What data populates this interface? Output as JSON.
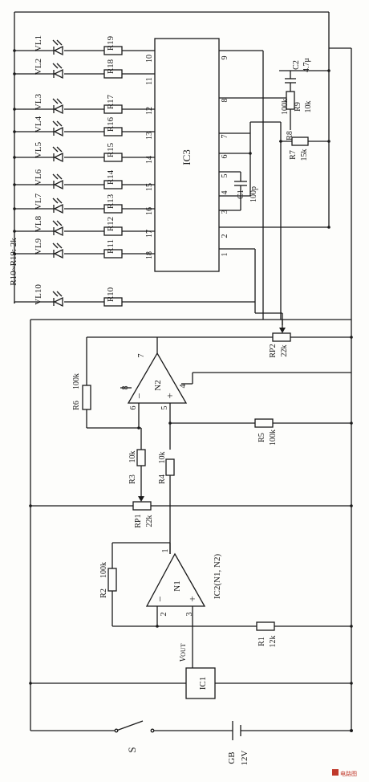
{
  "ic3": {
    "label": "IC3",
    "left_pins": [
      "10",
      "11",
      "12",
      "13",
      "14",
      "15",
      "16",
      "17",
      "18"
    ],
    "right_pins": [
      "9",
      "8",
      "7",
      "6",
      "5",
      "4",
      "3",
      "2",
      "1"
    ]
  },
  "leds": [
    "VL1",
    "VL2",
    "VL3",
    "VL4",
    "VL5",
    "VL6",
    "VL7",
    "VL8",
    "VL9",
    "VL10"
  ],
  "led_resistors": [
    "R19",
    "R18",
    "R17",
    "R16",
    "R15",
    "R14",
    "R13",
    "R12",
    "R11",
    "R10"
  ],
  "led_resistor_note": "R10~R19: 2k",
  "c1": {
    "name": "C1",
    "value": "100p"
  },
  "c2": {
    "name": "C2",
    "value": "4.7μ"
  },
  "r8": {
    "name": "R8",
    "value": "100k"
  },
  "r9": {
    "name": "R9",
    "value": "10k"
  },
  "r7": {
    "name": "R7",
    "value": "15k"
  },
  "rp2": {
    "name": "RP2",
    "value": "22k"
  },
  "n2": {
    "label": "N2",
    "pins": [
      "7",
      "8",
      "6",
      "5",
      "4"
    ],
    "minus": "−",
    "plus": "+"
  },
  "r6": {
    "name": "R6",
    "value": "100k"
  },
  "r5": {
    "name": "R5",
    "value": "100k"
  },
  "r3": {
    "name": "R3",
    "value": "10k"
  },
  "r4": {
    "name": "R4",
    "value": "10k"
  },
  "rp1": {
    "name": "RP1",
    "value": "22k"
  },
  "ic2_label": "IC2(N1, N2)",
  "n1": {
    "label": "N1",
    "pins": [
      "1",
      "2",
      "3"
    ],
    "minus": "−",
    "plus": "+"
  },
  "r2": {
    "name": "R2",
    "value": "100k"
  },
  "r1": {
    "name": "R1",
    "value": "12k"
  },
  "vout": "V",
  "vout_sub": "OUT",
  "ic1": "IC1",
  "switch": "S",
  "battery": {
    "name": "GB",
    "value": "12V"
  },
  "watermark": "电路图"
}
